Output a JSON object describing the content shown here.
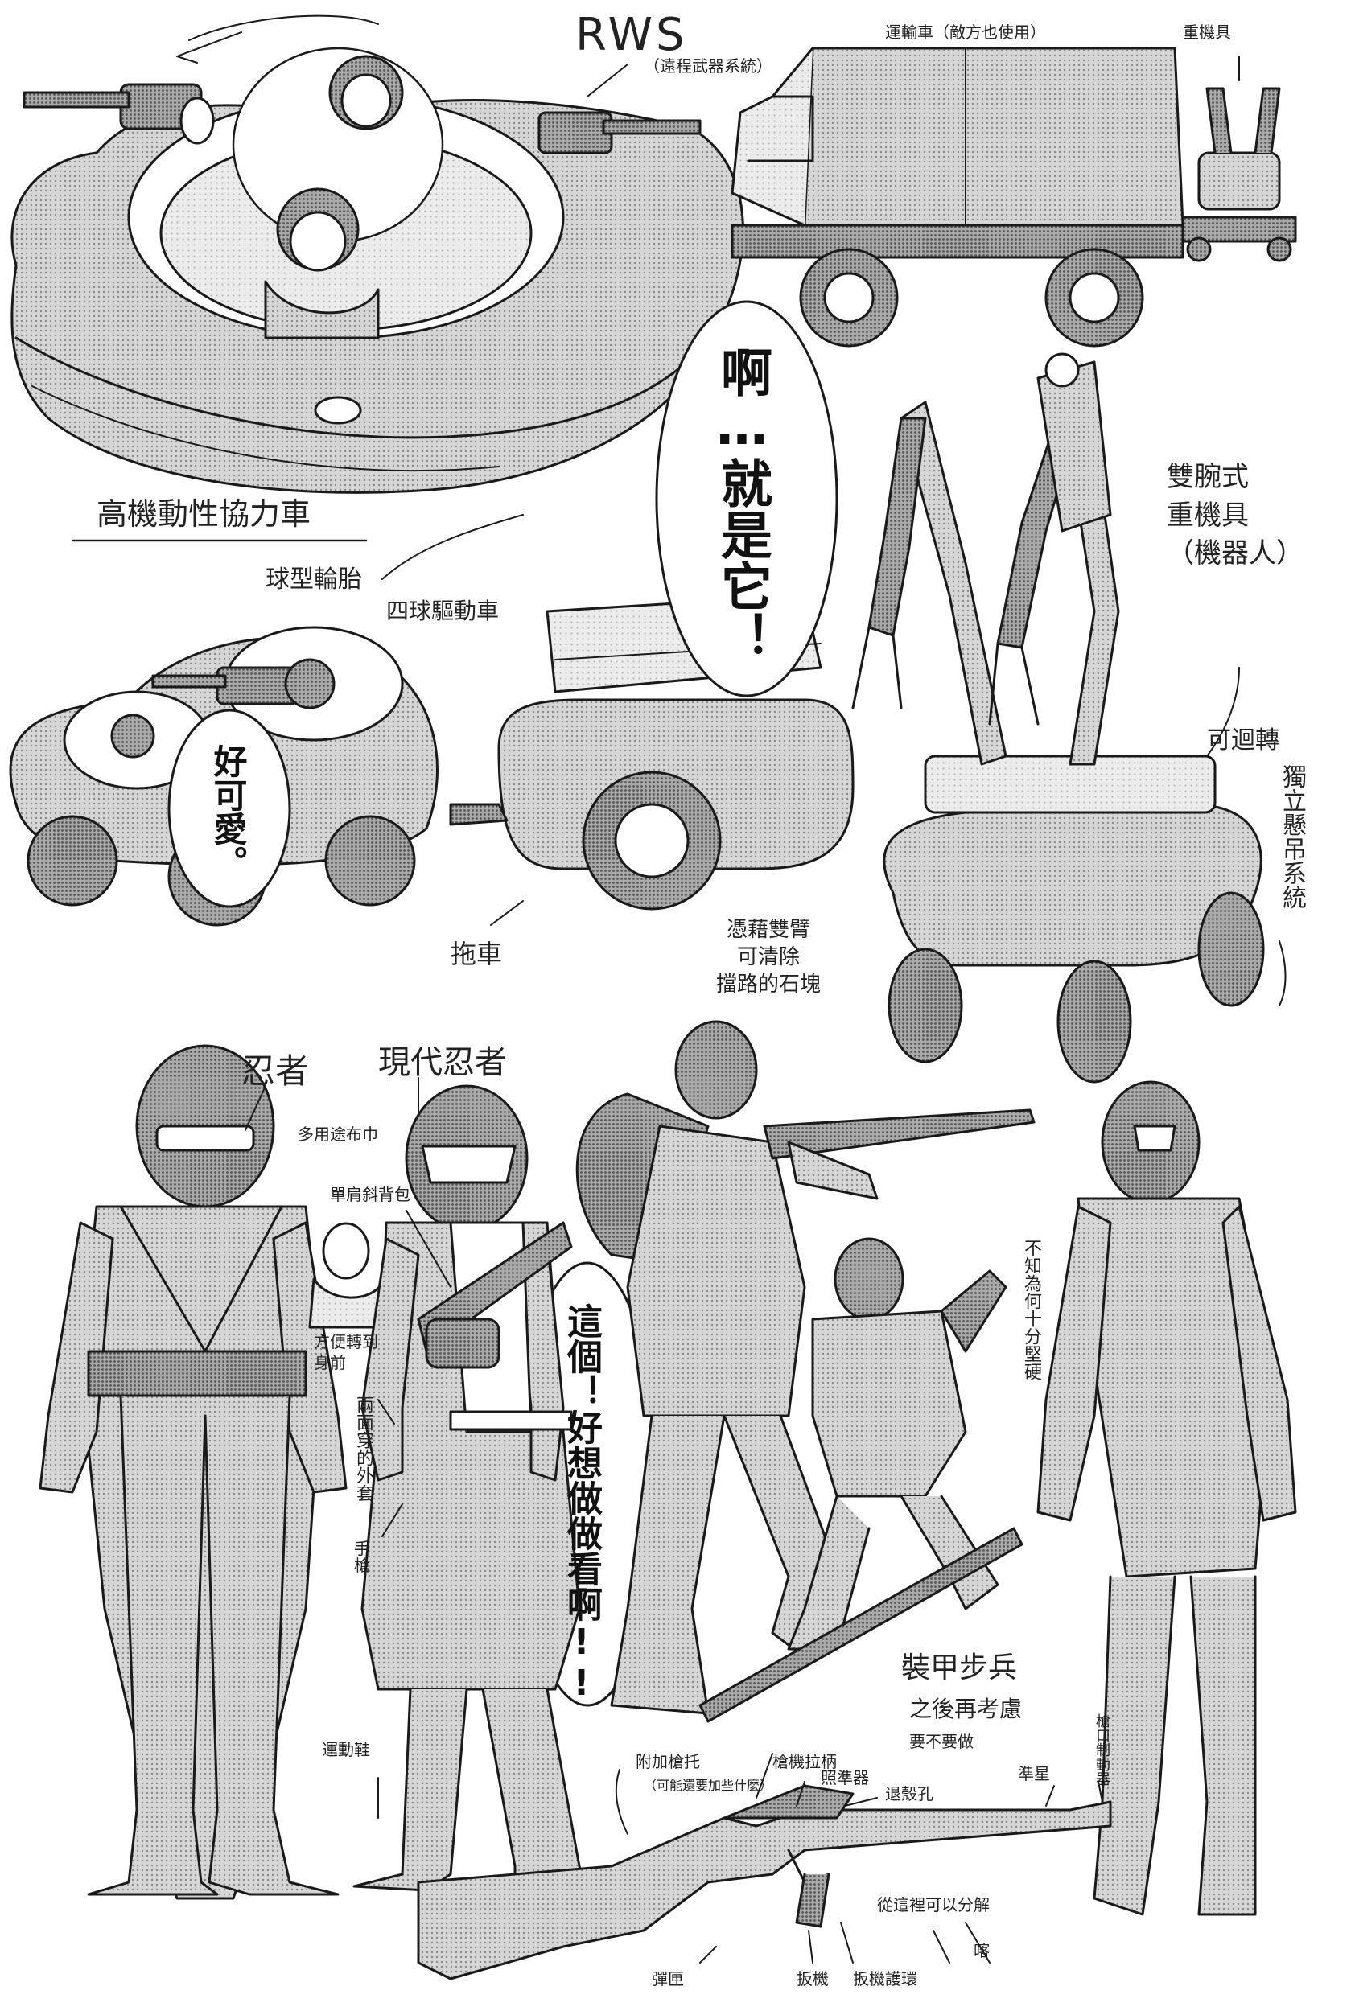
{
  "labels": {
    "rws": "RWS",
    "rws_note": "（遠程武器系統）",
    "transport": "運輸車（敵方也使用）",
    "heavy_small": "重機具",
    "mobility_vehicle": "高機動性協力車",
    "ball_tire": "球型輪胎",
    "four_ball": "四球驅動車",
    "dual_arm": [
      "雙腕式",
      "重機具",
      "（機器人）"
    ],
    "rotatable": "可迴轉",
    "suspension": "獨立懸吊系統",
    "trailer": "拖車",
    "arms_clear": [
      "憑藉雙臂",
      "可清除",
      "擋路的石塊"
    ],
    "ninja": "忍者",
    "modern_ninja": "現代忍者",
    "multi_cloth": "多用途布巾",
    "sling_bag": "單肩斜背包",
    "turn_front": [
      "方便轉到",
      "身前"
    ],
    "reversible": "兩面穿的外套",
    "handgun": "手槍",
    "sneakers": "運動鞋",
    "hard": "不知為何十分堅硬",
    "armored": "裝甲步兵",
    "later": "之後再考慮",
    "maybe": "要不要做",
    "stock": "附加槍托",
    "stock_note": "（可能還要加些什麼）",
    "charging": "槍機拉柄",
    "sight": "照準器",
    "eject": "退殼孔",
    "front_sight": "準星",
    "muzzle": "槍口制動器",
    "disassemble": "從這裡可以分解",
    "magazine": "彈匣",
    "trigger": "扳機",
    "trigger_guard": "扳機護環",
    "sfx": "喀"
  },
  "bubbles": {
    "ah": "啊…就是它！",
    "cute": "好可愛。",
    "want": "這個！好想做做看啊!!"
  }
}
